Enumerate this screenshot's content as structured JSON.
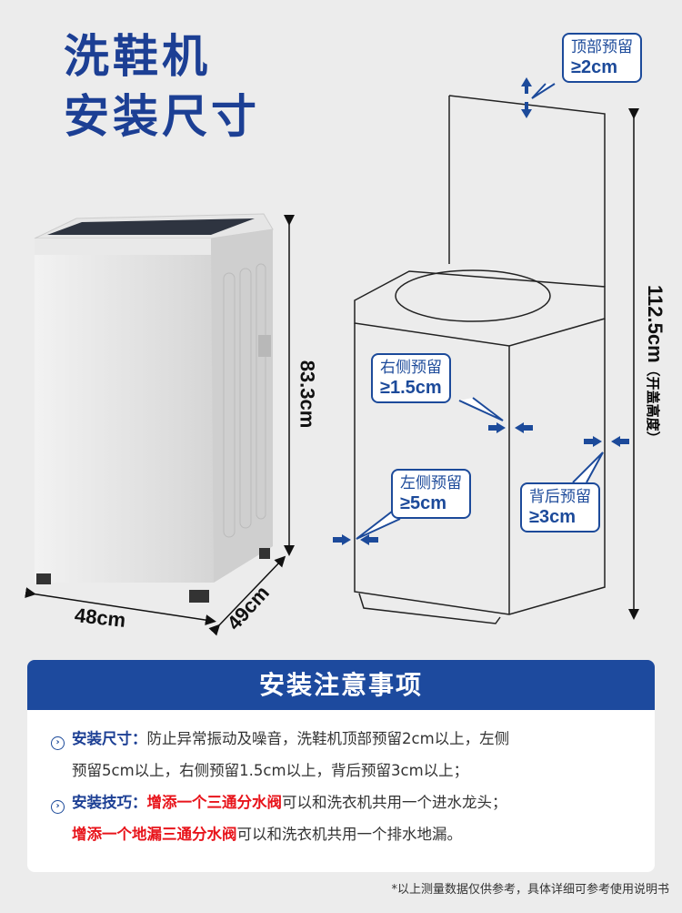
{
  "title": {
    "line1": "洗鞋机",
    "line2": "安装尺寸"
  },
  "dimensions": {
    "height": "83.3cm",
    "width": "48cm",
    "depth": "49cm",
    "open_height": "112.5cm",
    "open_height_note": "（开盖高度）"
  },
  "callouts": {
    "top": {
      "label": "顶部预留",
      "value": "≥2cm"
    },
    "right": {
      "label": "右侧预留",
      "value": "≥1.5cm"
    },
    "left": {
      "label": "左侧预留",
      "value": "≥5cm"
    },
    "back": {
      "label": "背后预留",
      "value": "≥3cm"
    }
  },
  "notes": {
    "heading": "安装注意事项",
    "item1": {
      "label": "安装尺寸：",
      "text1": "防止异常振动及噪音，洗鞋机顶部预留2cm以上，左侧",
      "text2": "预留5cm以上，右侧预留1.5cm以上，背后预留3cm以上；"
    },
    "item2": {
      "label": "安装技巧：",
      "red1": "增添一个三通分水阀",
      "text1": "可以和洗衣机共用一个进水龙头；",
      "red2": "增添一个地漏三通分水阀",
      "text2": "可以和洗衣机共用一个排水地漏。"
    }
  },
  "footer": "*以上测量数据仅供参考，具体详细可参考使用说明书",
  "colors": {
    "brand_blue": "#1c3f94",
    "highlight_red": "#e8141b"
  }
}
